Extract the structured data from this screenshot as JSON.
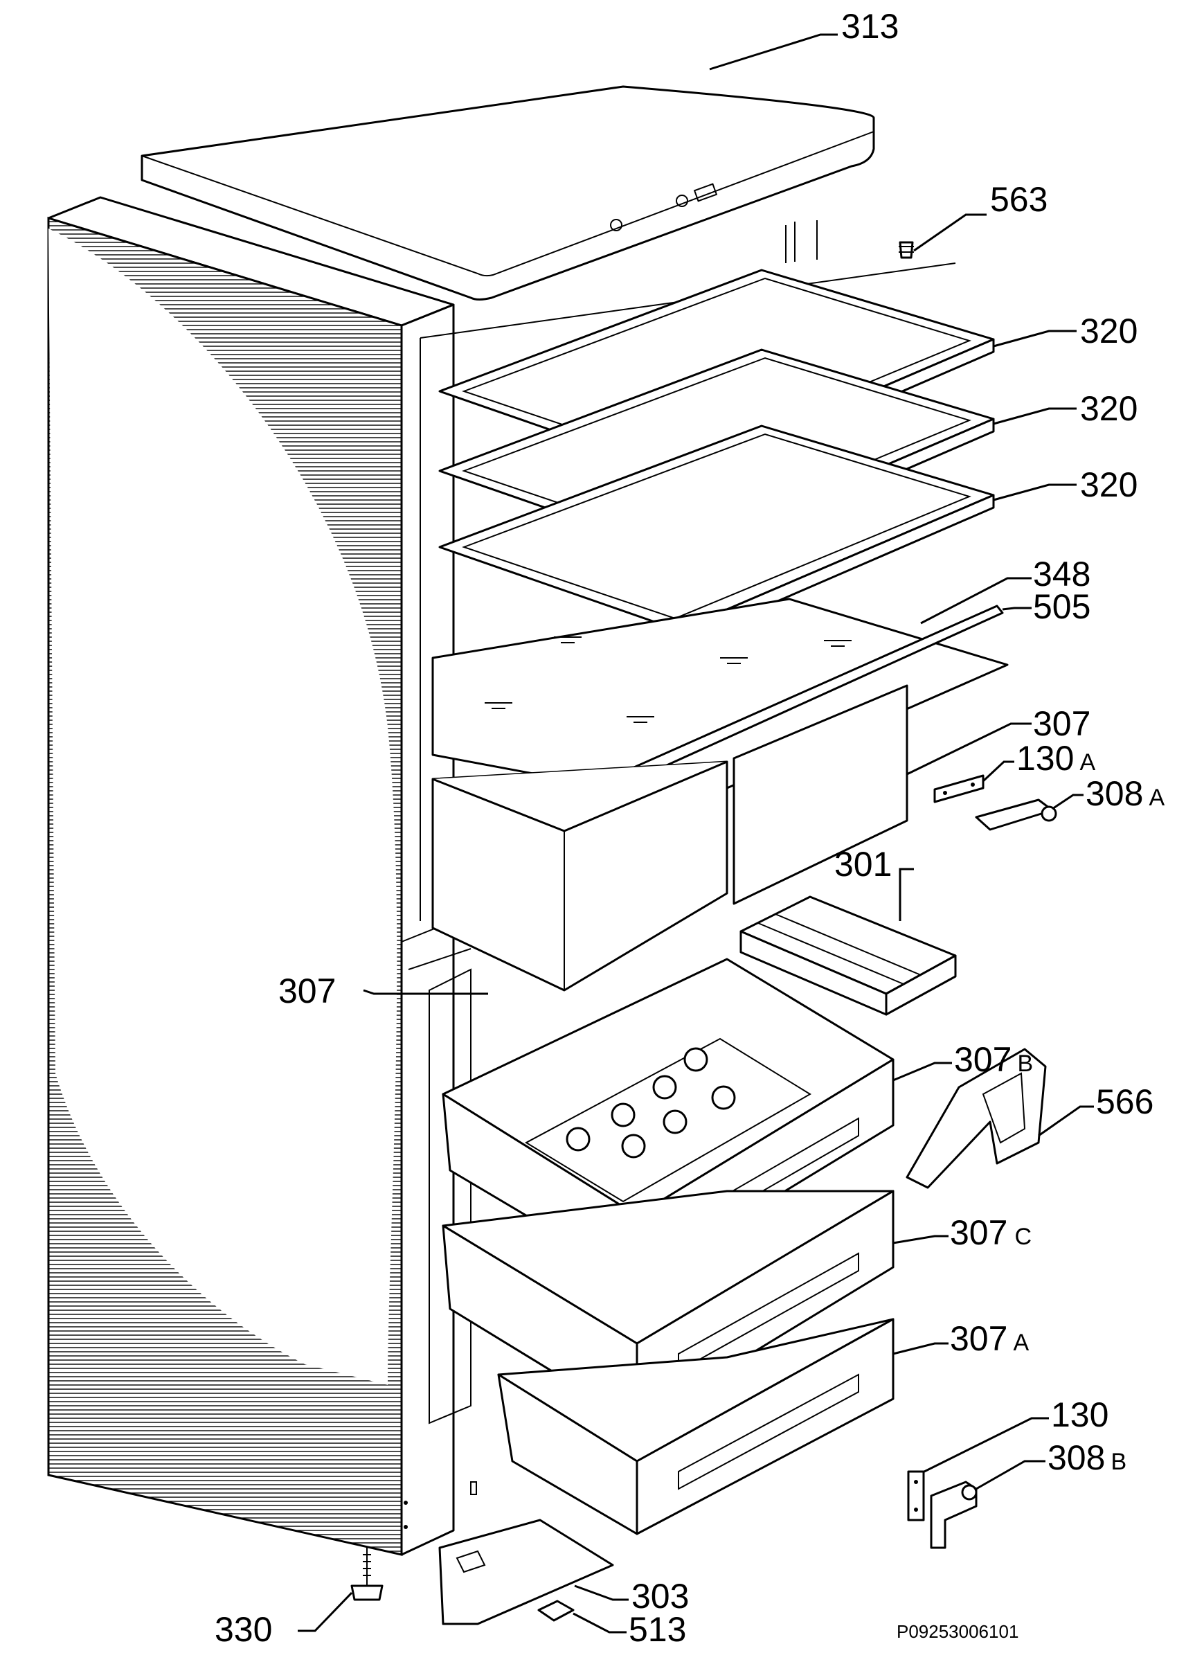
{
  "parts": [
    {
      "id": "p313",
      "number": "313",
      "suffix": ""
    },
    {
      "id": "p563",
      "number": "563",
      "suffix": ""
    },
    {
      "id": "p320a",
      "number": "320",
      "suffix": ""
    },
    {
      "id": "p320b",
      "number": "320",
      "suffix": ""
    },
    {
      "id": "p320c",
      "number": "320",
      "suffix": ""
    },
    {
      "id": "p348",
      "number": "348",
      "suffix": ""
    },
    {
      "id": "p505",
      "number": "505",
      "suffix": ""
    },
    {
      "id": "p307top",
      "number": "307",
      "suffix": ""
    },
    {
      "id": "p130a",
      "number": "130",
      "suffix": "A"
    },
    {
      "id": "p308a",
      "number": "308",
      "suffix": "A"
    },
    {
      "id": "p301",
      "number": "301",
      "suffix": ""
    },
    {
      "id": "p307left",
      "number": "307",
      "suffix": ""
    },
    {
      "id": "p307b",
      "number": "307",
      "suffix": "B"
    },
    {
      "id": "p566",
      "number": "566",
      "suffix": ""
    },
    {
      "id": "p307c",
      "number": "307",
      "suffix": "C"
    },
    {
      "id": "p307a",
      "number": "307",
      "suffix": "A"
    },
    {
      "id": "p130",
      "number": "130",
      "suffix": ""
    },
    {
      "id": "p308b",
      "number": "308",
      "suffix": "B"
    },
    {
      "id": "p303",
      "number": "303",
      "suffix": ""
    },
    {
      "id": "p330",
      "number": "330",
      "suffix": ""
    },
    {
      "id": "p513",
      "number": "513",
      "suffix": ""
    }
  ],
  "drawing_code": "P09253006101"
}
